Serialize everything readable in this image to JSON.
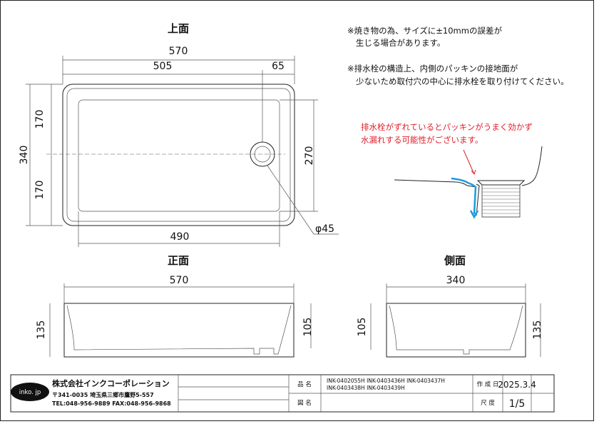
{
  "views": {
    "top": {
      "title": "上面",
      "dim_total_width": "570",
      "dim_to_drain": "505",
      "dim_drain_offset": "65",
      "dim_depth": "340",
      "dim_half_upper": "170",
      "dim_half_lower": "170",
      "dim_inner_depth": "270",
      "dim_inner_width": "490",
      "dim_drain_diameter": "φ45"
    },
    "front": {
      "title": "正面",
      "dim_width": "570",
      "dim_height": "135",
      "dim_inner_height": "105"
    },
    "side": {
      "title": "側面",
      "dim_width": "340",
      "dim_inner_height": "105",
      "dim_height": "135"
    }
  },
  "notes": {
    "note1_line1": "※焼き物の為、サイズに±10mmの誤差が",
    "note1_line2": "生じる場合があります。",
    "note2_line1": "※排水栓の構造上、内側のパッキンの接地面が",
    "note2_line2": "少ないため取付穴の中心に排水栓を取り付けてください。",
    "warning_line1": "排水栓がずれているとパッキンがうまく効かず",
    "warning_line2": "水漏れする可能性がございます。"
  },
  "title_block": {
    "logo": "inko. jp",
    "company": "株式会社インクコーポレーション",
    "address": "〒341-0035 埼玉県三郷市鷹野5-557",
    "contact": "TEL:048-956-9889  FAX:048-956-9868",
    "product_label": "品 名",
    "product_line1": "INK-0402055H INK-0403436H INK-0403437H",
    "product_line2": "INK-0403438H INK-0403439H",
    "drawing_label": "図 名",
    "drawing_value": "",
    "date_label": "作 成 日",
    "date_value": "2025.3.4",
    "scale_label": "尺 度",
    "scale_value": "1/5"
  },
  "colors": {
    "warning": "#e0202a",
    "water_flow": "#1a9be0"
  }
}
